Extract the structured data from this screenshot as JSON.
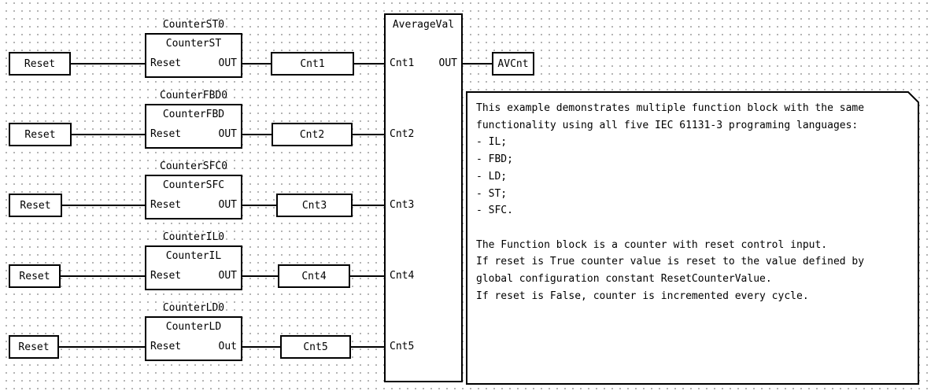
{
  "diagram": {
    "rows": [
      {
        "instance": "CounterST0",
        "type": "CounterST",
        "input_pin": "Reset",
        "output_pin": "OUT",
        "input_var": "Reset",
        "output_var": "Cnt1"
      },
      {
        "instance": "CounterFBD0",
        "type": "CounterFBD",
        "input_pin": "Reset",
        "output_pin": "OUT",
        "input_var": "Reset",
        "output_var": "Cnt2"
      },
      {
        "instance": "CounterSFC0",
        "type": "CounterSFC",
        "input_pin": "Reset",
        "output_pin": "OUT",
        "input_var": "Reset",
        "output_var": "Cnt3"
      },
      {
        "instance": "CounterIL0",
        "type": "CounterIL",
        "input_pin": "Reset",
        "output_pin": "OUT",
        "input_var": "Reset",
        "output_var": "Cnt4"
      },
      {
        "instance": "CounterLD0",
        "type": "CounterLD",
        "input_pin": "Reset",
        "output_pin": "Out",
        "input_var": "Reset",
        "output_var": "Cnt5"
      }
    ],
    "average_block": {
      "name": "AverageVal",
      "input_pins": [
        "Cnt1",
        "Cnt2",
        "Cnt3",
        "Cnt4",
        "Cnt5"
      ],
      "output_pin": "OUT",
      "output_var": "AVCnt"
    },
    "comment": {
      "lines": [
        "This example demonstrates multiple function block with the same",
        "functionality using all five IEC 61131-3 programing languages:",
        "- IL;",
        "- FBD;",
        "- LD;",
        "- ST;",
        "- SFC.",
        "",
        "The Function block is a counter with reset control input.",
        "If reset is True counter value is reset to the value defined by",
        "global configuration constant ResetCounterValue.",
        "If reset is False, counter is incremented every cycle."
      ]
    },
    "colors": {
      "line": "#000000",
      "grid_dot": "#a6a6a6",
      "background": "#ffffff"
    }
  }
}
